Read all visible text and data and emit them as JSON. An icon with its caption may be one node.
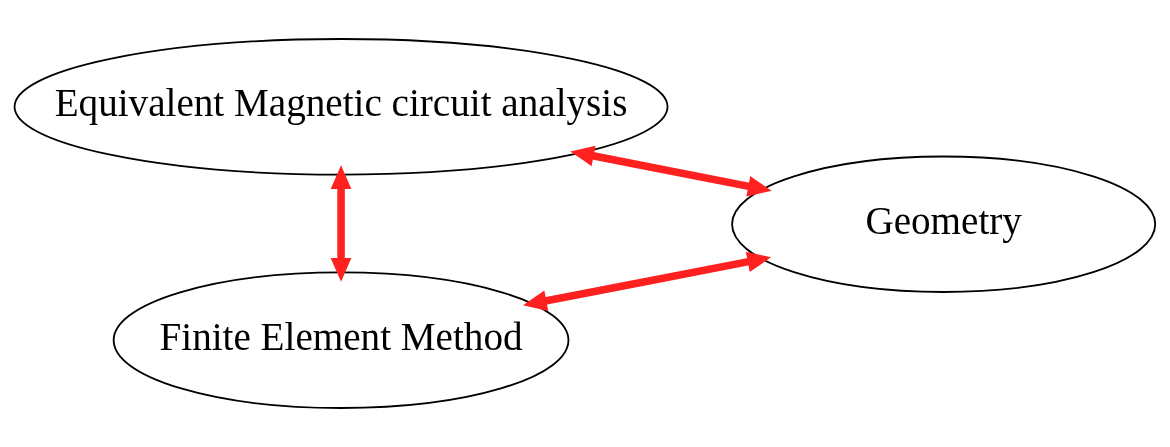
{
  "diagram": {
    "nodes": [
      {
        "text": [
          "Equivalent Magnetic circuit analysis"
        ]
      },
      {
        "text": [
          "Finite Element Method"
        ]
      },
      {
        "text": [
          "Geometry"
        ]
      }
    ],
    "edges": [
      {
        "from": 0,
        "to": 2,
        "arrow": "both"
      },
      {
        "from": 2,
        "to": 1,
        "arrow": "both"
      },
      {
        "from": 0,
        "to": 1,
        "arrow": "both"
      }
    ]
  }
}
